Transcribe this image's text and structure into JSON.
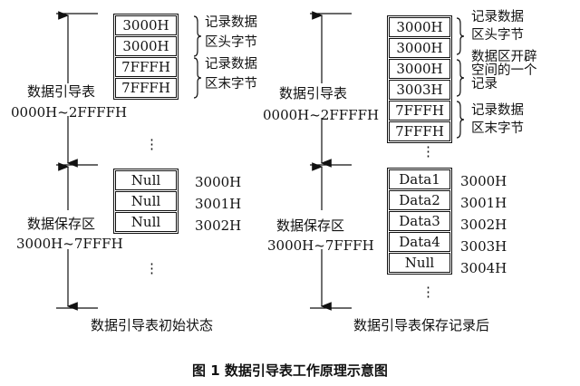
{
  "left": {
    "index_cells": [
      "3000H",
      "3000H",
      "7FFFH",
      "7FFFH"
    ],
    "brace_labels": [
      [
        "记录数据",
        "区头字节"
      ],
      [
        "记录数据",
        "区末字节"
      ]
    ],
    "index_name": "数据引导表",
    "index_range": "0000H~2FFFFH",
    "store_cells": [
      "Null",
      "Null",
      "Null"
    ],
    "store_addrs": [
      "3000H",
      "3001H",
      "3002H"
    ],
    "store_name": "数据保存区",
    "store_range": "3000H~7FFFH",
    "ellipsis": "⋮",
    "caption": "数据引导表初始状态"
  },
  "right": {
    "index_cells": [
      "3000H",
      "3000H",
      "3000H",
      "3003H",
      "7FFFH",
      "7FFFH"
    ],
    "brace_labels": [
      [
        "记录数据",
        "区头字节"
      ],
      [
        "数据区开辟",
        "空间的一个",
        "记录"
      ],
      [
        "记录数据",
        "区末字节"
      ]
    ],
    "index_name": "数据引导表",
    "index_range": "0000H~2FFFFH",
    "store_cells": [
      "Data1",
      "Data2",
      "Data3",
      "Data4",
      "Null"
    ],
    "store_addrs": [
      "3000H",
      "3001H",
      "3002H",
      "3003H",
      "3004H"
    ],
    "store_name": "数据保存区",
    "store_range": "3000H~7FFFH",
    "ellipsis": "⋮",
    "caption": "数据引导表保存记录后"
  },
  "figure_caption": "图 1   数据引导表工作原理示意图"
}
